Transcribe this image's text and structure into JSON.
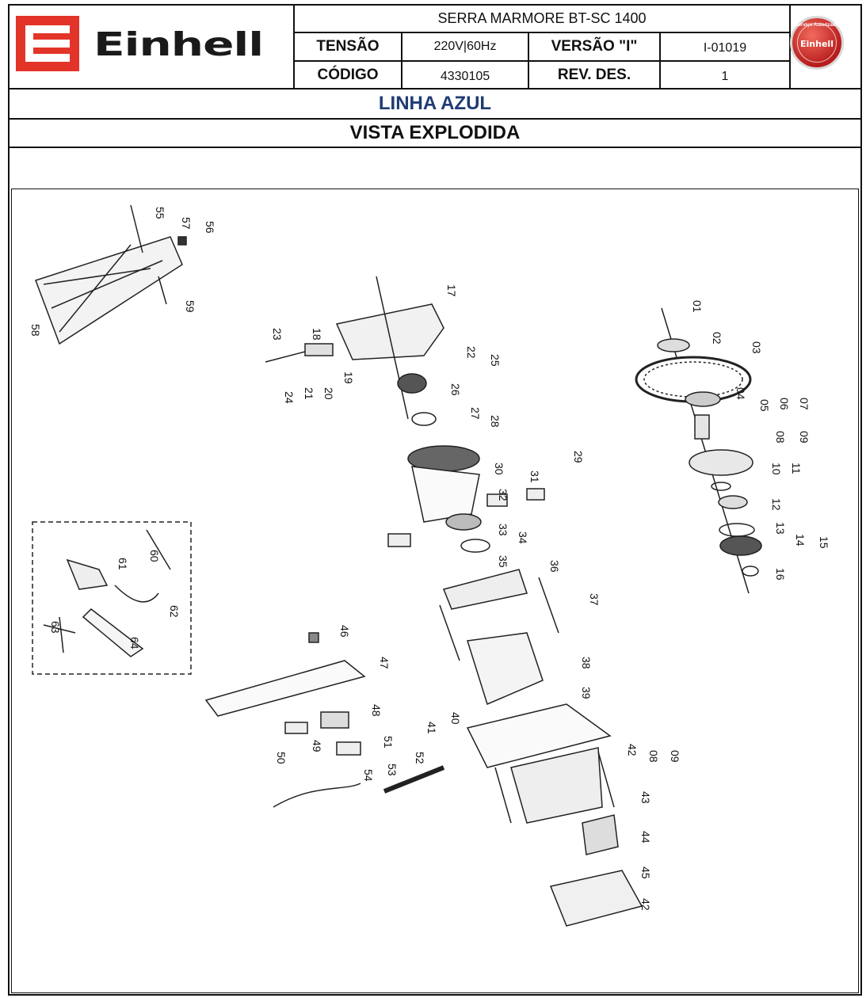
{
  "header": {
    "product": "SERRA MARMORE BT-SC 1400",
    "brand_logo": "Einhell",
    "tensao_label": "TENSÃO",
    "tensao_value": "220V|60Hz",
    "versao_label": "VERSÃO \"I\"",
    "versao_value": "I-01019",
    "codigo_label": "CÓDIGO",
    "codigo_value": "4330105",
    "revdes_label": "REV. DES.",
    "revdes_value": "1",
    "badge_top": "Serviço Autorizado",
    "badge_brand": "Einhell"
  },
  "line": "LINHA AZUL",
  "view": "VISTA EXPLODIDA",
  "colors": {
    "logo_red": "#e3342a",
    "line_blue": "#1f3b73",
    "badge_red": "#c62828"
  },
  "part_labels": [
    "01",
    "02",
    "03",
    "04",
    "05",
    "06",
    "07",
    "08",
    "09",
    "10",
    "11",
    "12",
    "13",
    "14",
    "15",
    "16",
    "17",
    "18",
    "19",
    "20",
    "21",
    "22",
    "23",
    "24",
    "25",
    "26",
    "27",
    "28",
    "29",
    "30",
    "31",
    "32",
    "33",
    "34",
    "35",
    "36",
    "37",
    "38",
    "39",
    "40",
    "41",
    "42",
    "08",
    "09",
    "43",
    "44",
    "45",
    "42",
    "46",
    "47",
    "48",
    "49",
    "50",
    "51",
    "52",
    "53",
    "54",
    "55",
    "56",
    "57",
    "58",
    "59",
    "60",
    "61",
    "62",
    "63",
    "64"
  ]
}
